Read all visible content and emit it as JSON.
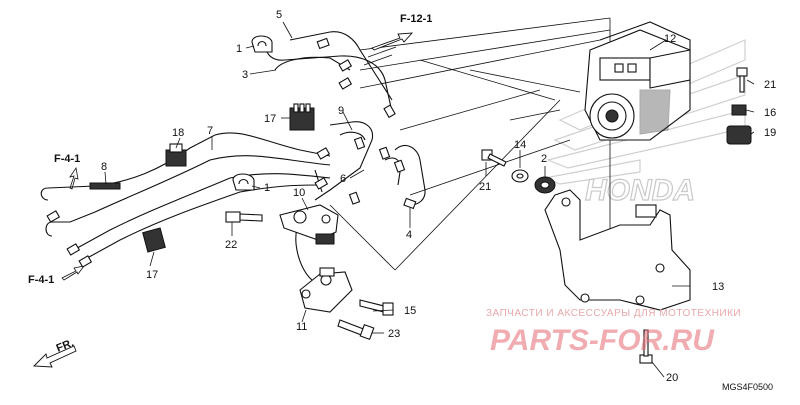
{
  "diagram": {
    "refs": {
      "f12": "F-12-1",
      "f4_top": "F-4-1",
      "f4_bottom": "F-4-1"
    },
    "part_numbers": {
      "n1a": "1",
      "n1b": "1",
      "n2": "2",
      "n3": "3",
      "n4": "4",
      "n5": "5",
      "n6": "6",
      "n7": "7",
      "n8": "8",
      "n9": "9",
      "n10": "10",
      "n11": "11",
      "n12": "12",
      "n13": "13",
      "n14": "14",
      "n15": "15",
      "n16": "16",
      "n17a": "17",
      "n17b": "17",
      "n18": "18",
      "n19": "19",
      "n20": "20",
      "n21a": "21",
      "n21b": "21",
      "n22": "22",
      "n23": "23"
    },
    "front_arrow": "FR.",
    "code": "MGS4F0500"
  },
  "watermark": {
    "line1": "ЗАПЧАСТИ И АКСЕССУАРЫ ДЛЯ МОТОТЕХНИКИ",
    "line2": "PARTS-FOR.RU",
    "brand": "HONDA",
    "accent_color": "#e46a72"
  }
}
